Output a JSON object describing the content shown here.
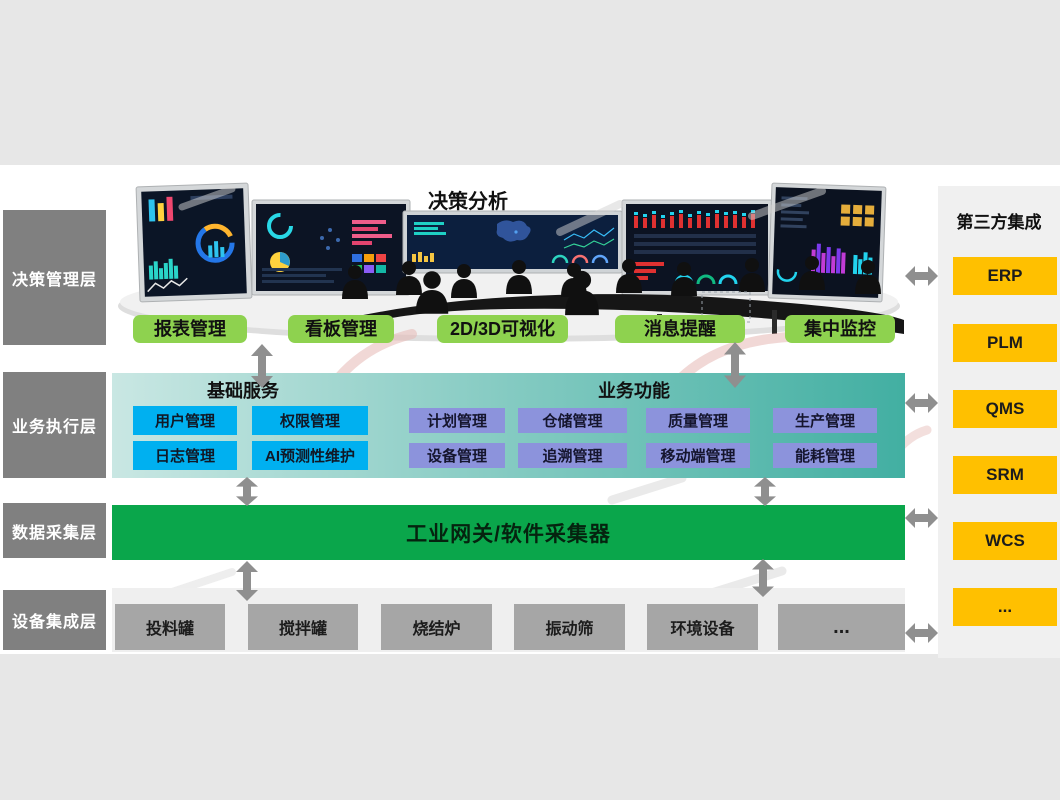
{
  "colors": {
    "band": "#e7e7e7",
    "canvas": "#ffffff",
    "layer-box": "#808080",
    "green-btn": "#8ed24f",
    "teal-left": "#c9e7e3",
    "teal-mid": "#8fcfc7",
    "teal-right": "#42afa2",
    "blue-box": "#00b0f0",
    "purple-box": "#8c93dc",
    "gateway": "#0aa64b",
    "equip-strip": "#efefef",
    "equip-box": "#a6a6a6",
    "panel": "#f0f0f0",
    "yellow-box": "#ffc000",
    "arrow": "#8f8f8f"
  },
  "header": {
    "title": "决策分析"
  },
  "layers": {
    "decision": "决策管理层",
    "business": "业务执行层",
    "data": "数据采集层",
    "device": "设备集成层"
  },
  "decision_functions": [
    "报表管理",
    "看板管理",
    "2D/3D可视化",
    "消息提醒",
    "集中监控"
  ],
  "middle": {
    "base_title": "基础服务",
    "base_items": [
      "用户管理",
      "权限管理",
      "日志管理",
      "AI预测性维护"
    ],
    "biz_title": "业务功能",
    "biz_items": [
      "计划管理",
      "仓储管理",
      "质量管理",
      "生产管理",
      "设备管理",
      "追溯管理",
      "移动端管理",
      "能耗管理"
    ]
  },
  "gateway_label": "工业网关/软件采集器",
  "equipment": [
    "投料罐",
    "搅拌罐",
    "烧结炉",
    "振动筛",
    "环境设备",
    "..."
  ],
  "integration": {
    "title": "第三方集成",
    "items": [
      "ERP",
      "PLM",
      "QMS",
      "SRM",
      "WCS",
      "..."
    ]
  }
}
